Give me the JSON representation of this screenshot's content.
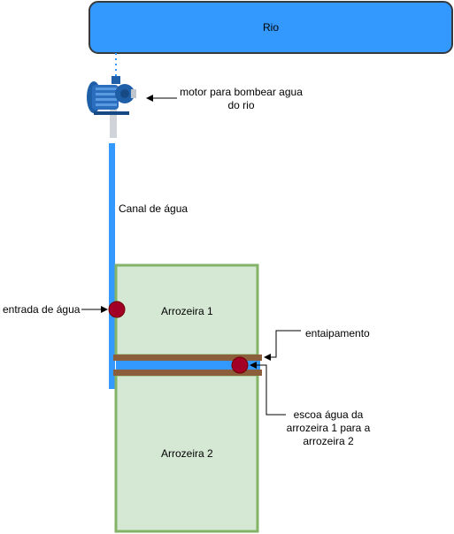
{
  "labels": {
    "rio": "Rio",
    "motor_line1": "motor para bombear agua",
    "motor_line2": "do rio",
    "canal": "Canal de água",
    "entrada": "entrada de água",
    "arrozeira1": "Arrozeira 1",
    "arrozeira2": "Arrozeira 2",
    "entaipamento": "entaipamento",
    "escoa_line1": "escoa água da",
    "escoa_line2": "arrozeira 1 para a",
    "escoa_line3": "arrozeira 2"
  },
  "icons": {
    "pump": "water-pump-icon"
  },
  "colors": {
    "river_fill": "#3399ff",
    "river_stroke": "#36393d",
    "canal": "#3399ff",
    "field_fill": "#d5e8d4",
    "field_stroke": "#82b366",
    "levee": "#8b5e3c",
    "valve_fill": "#a20025",
    "valve_stroke": "#6f0000",
    "pump_body": "#1f5fa8"
  }
}
